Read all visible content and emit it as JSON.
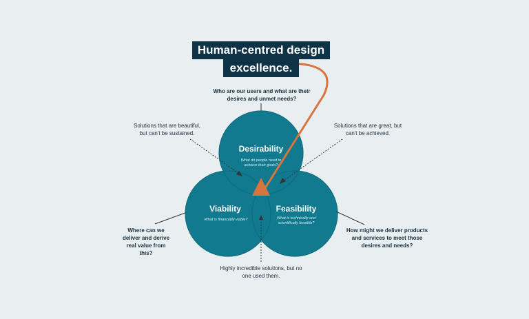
{
  "title": {
    "line1": "Human-centred design",
    "line2": "excellence."
  },
  "questions": {
    "top": "Who are our users and what are their desires and unmet needs?",
    "left": "Where can we deliver and derive real value from this?",
    "right": "How might we deliver products and services to meet those desires and needs?"
  },
  "notes": {
    "top_left": "Solutions that are beautiful, but can't be sustained.",
    "top_right": "Solutions that are great, but can't be achieved.",
    "bottom": "Highly incredible solutions, but no one used them."
  },
  "circles": {
    "desirability": {
      "title": "Desirability",
      "subtitle": "What do people need to achieve their goals?"
    },
    "viability": {
      "title": "Viability",
      "subtitle": "What is financially viable?"
    },
    "feasibility": {
      "title": "Feasibility",
      "subtitle": "What is technically and scientifically feasible?"
    }
  },
  "colors": {
    "background": "#e9eef1",
    "circle": "#127a8f",
    "title_bg": "#0e3346",
    "arrow": "#d8743d"
  }
}
